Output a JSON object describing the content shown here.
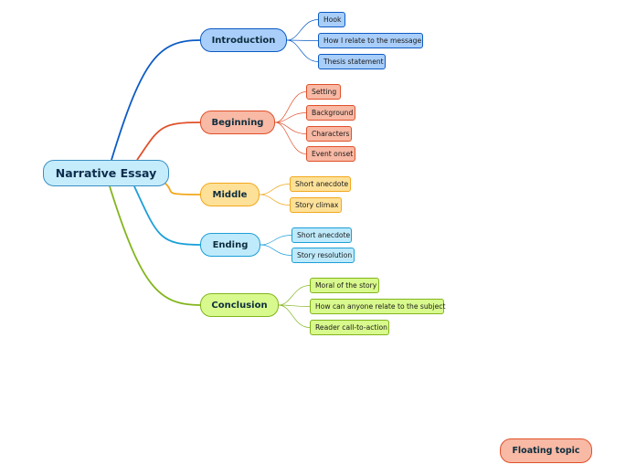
{
  "root": {
    "label": "Narrative Essay",
    "fill": "#c5ecfb"
  },
  "branches": [
    {
      "label": "Introduction",
      "color": "#0b5bc4",
      "fill": "#a9cef9",
      "children": [
        "Hook",
        "How I relate to the message",
        "Thesis statement"
      ]
    },
    {
      "label": "Beginning",
      "color": "#e0502a",
      "fill": "#f8b9a5",
      "children": [
        "Setting",
        "Background",
        "Characters",
        "Event onset"
      ]
    },
    {
      "label": "Middle",
      "color": "#f2a81c",
      "fill": "#fde199",
      "children": [
        "Short anecdote",
        "Story climax"
      ]
    },
    {
      "label": "Ending",
      "color": "#1b9fd8",
      "fill": "#bfeafb",
      "children": [
        "Short anecdote",
        "Story resolution"
      ]
    },
    {
      "label": "Conclusion",
      "color": "#82b51c",
      "fill": "#d8f98d",
      "children": [
        "Moral of the story",
        "How can anyone relate to the subject",
        "Reader call-to-action"
      ]
    }
  ],
  "floating_topic": {
    "label": "Floating topic",
    "fill": "#f8b9a5"
  }
}
